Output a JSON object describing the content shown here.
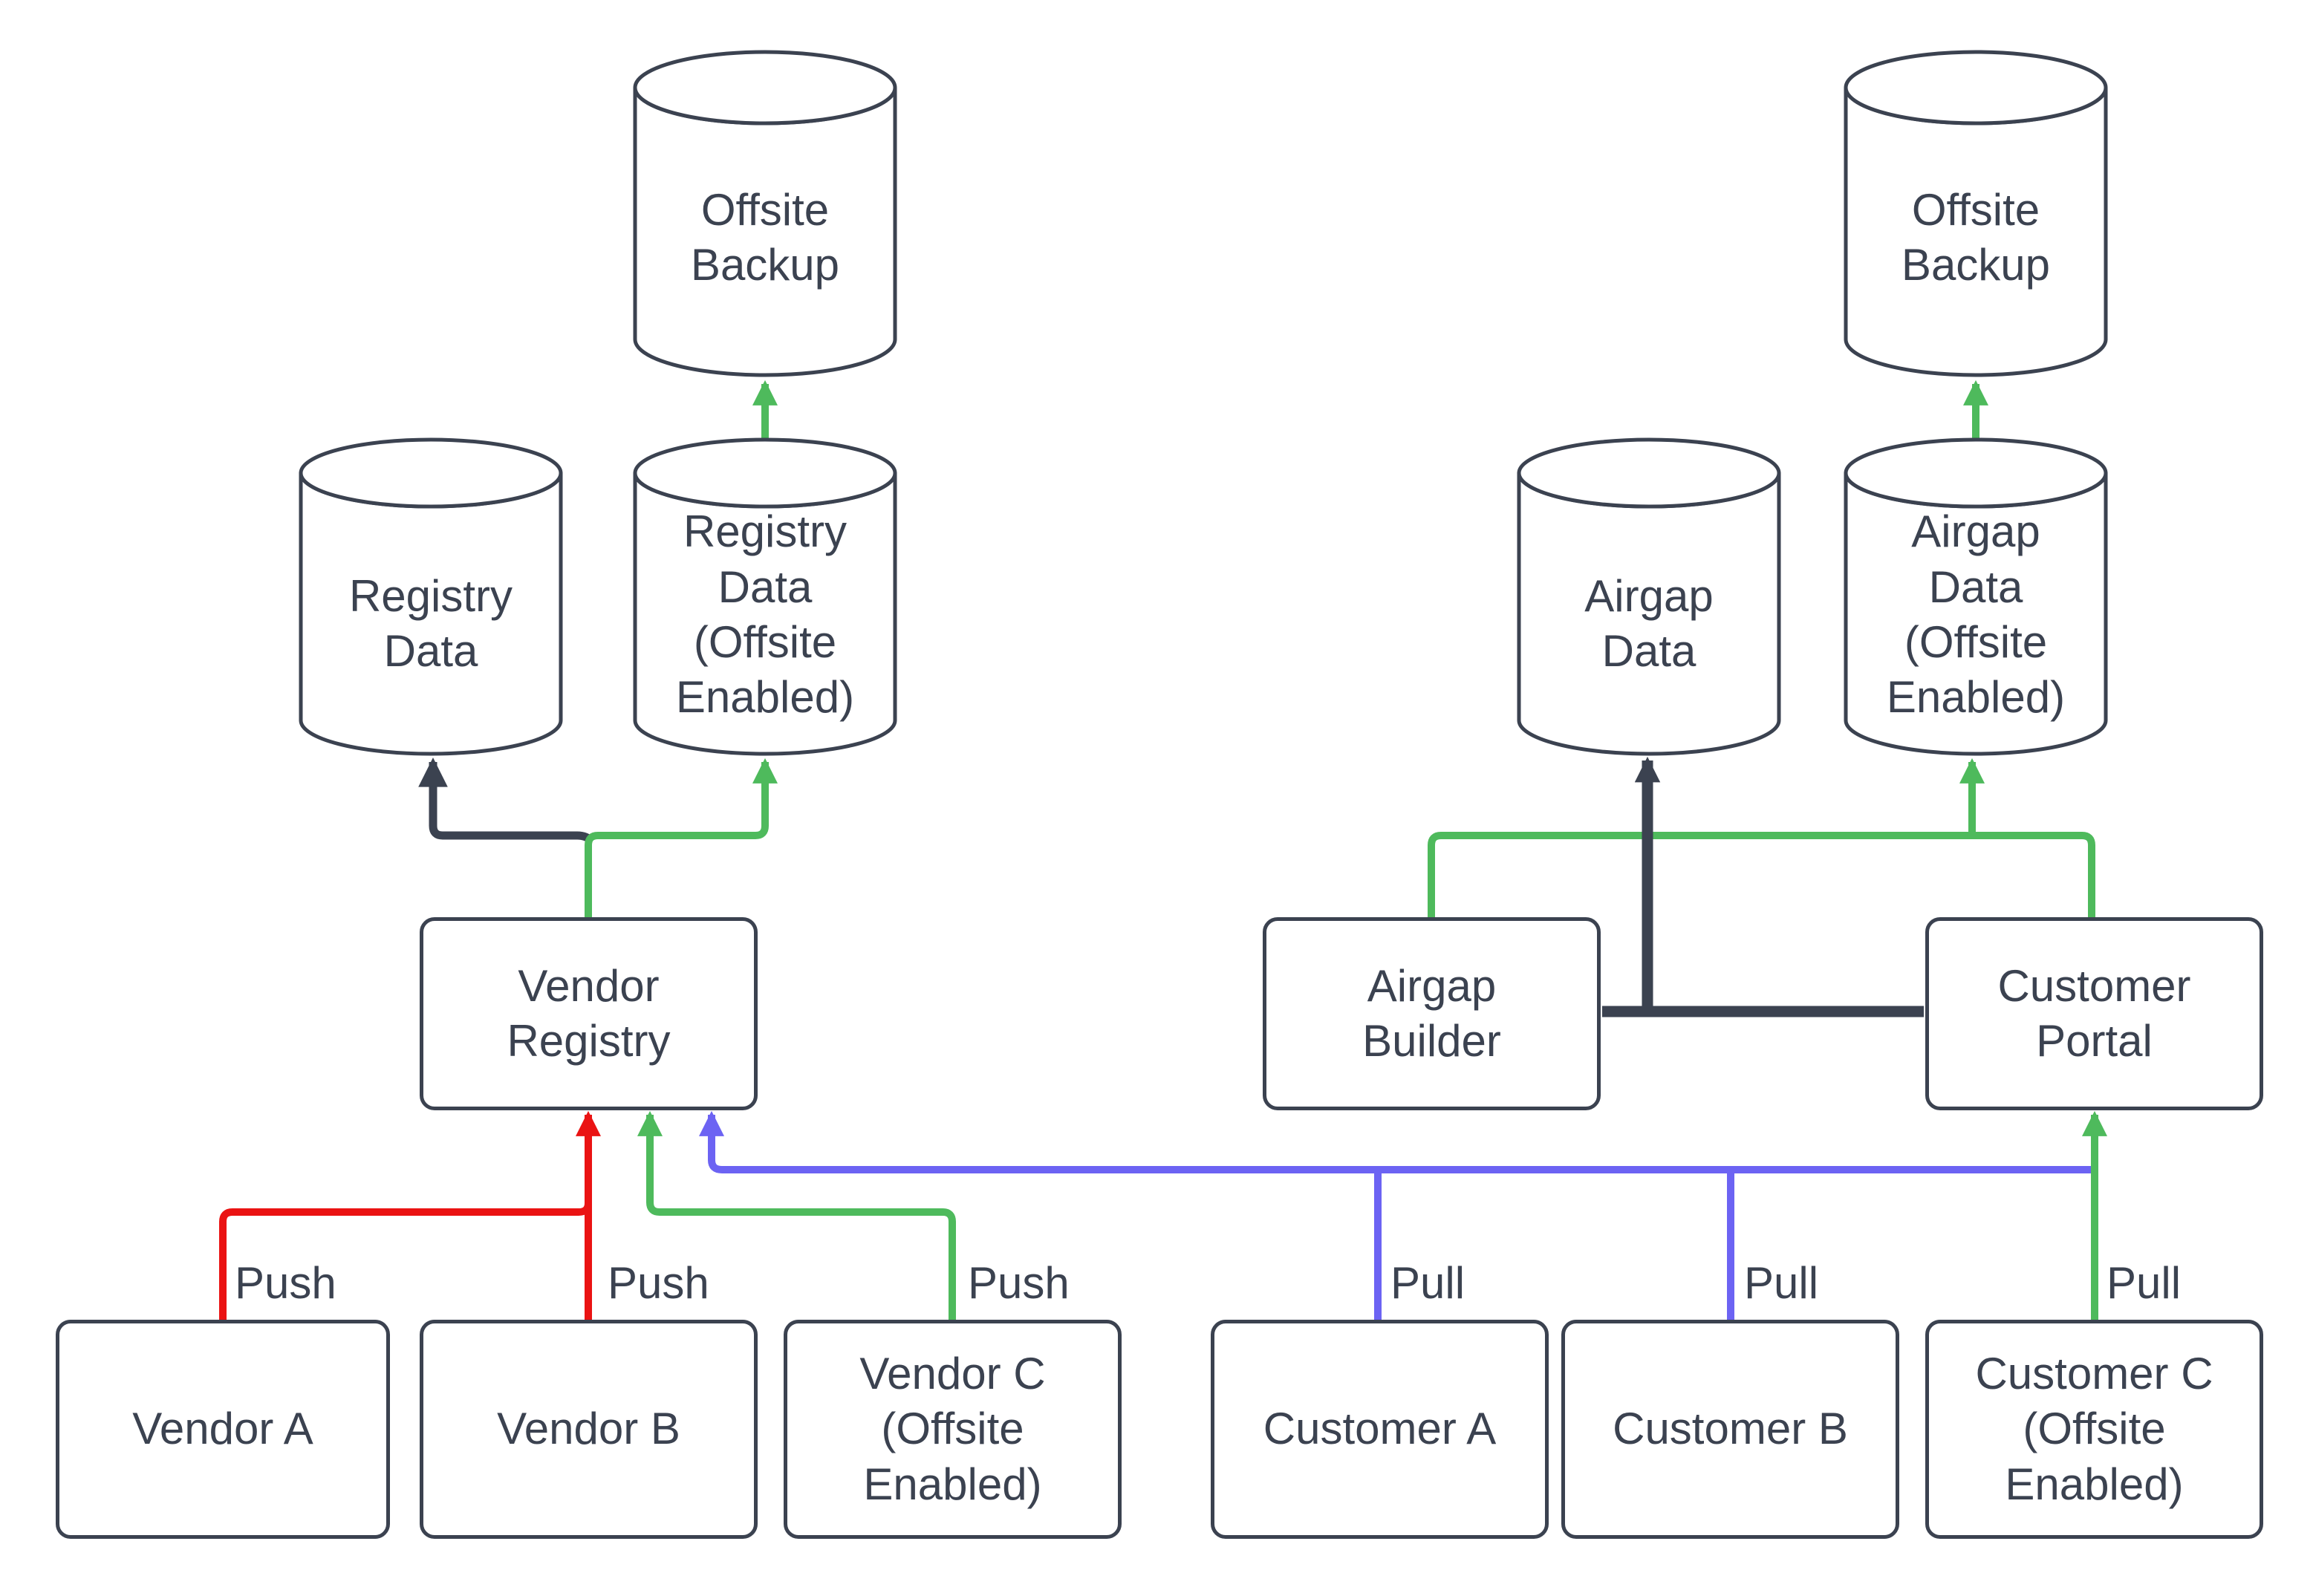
{
  "diagram": {
    "colors": {
      "stroke": "#3b4250",
      "text": "#3b4250",
      "green": "#4eba5c",
      "red": "#ea1313",
      "blue": "#6c63f3",
      "bg": "#ffffff"
    },
    "nodes": {
      "offsite_backup_left": {
        "label": "Offsite\nBackup"
      },
      "registry_data": {
        "label": "Registry\nData"
      },
      "registry_data_offsite": {
        "label": "Registry\nData\n(Offsite\nEnabled)"
      },
      "offsite_backup_right": {
        "label": "Offsite\nBackup"
      },
      "airgap_data": {
        "label": "Airgap\nData"
      },
      "airgap_data_offsite": {
        "label": "Airgap\nData\n(Offsite\nEnabled)"
      },
      "vendor_registry": {
        "label": "Vendor\nRegistry"
      },
      "airgap_builder": {
        "label": "Airgap\nBuilder"
      },
      "customer_portal": {
        "label": "Customer\nPortal"
      },
      "vendor_a": {
        "label": "Vendor A"
      },
      "vendor_b": {
        "label": "Vendor B"
      },
      "vendor_c": {
        "label": "Vendor C\n(Offsite\nEnabled)"
      },
      "customer_a": {
        "label": "Customer A"
      },
      "customer_b": {
        "label": "Customer B"
      },
      "customer_c": {
        "label": "Customer C\n(Offsite\nEnabled)"
      }
    },
    "edge_labels": {
      "push_vendor_a": "Push",
      "push_vendor_b": "Push",
      "push_vendor_c": "Push",
      "pull_customer_a": "Pull",
      "pull_customer_b": "Pull",
      "pull_customer_c": "Pull"
    }
  }
}
